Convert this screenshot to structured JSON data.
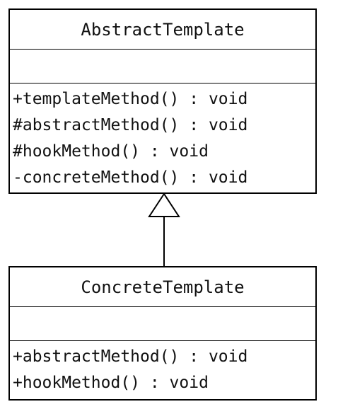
{
  "abstract_class": {
    "name": "AbstractTemplate",
    "attributes": [],
    "methods": [
      "+templateMethod() : void",
      "#abstractMethod() : void",
      "#hookMethod() : void",
      "-concreteMethod() : void"
    ]
  },
  "concrete_class": {
    "name": "ConcreteTemplate",
    "attributes": [],
    "methods": [
      "+abstractMethod() : void",
      "+hookMethod() : void"
    ]
  },
  "relationship": {
    "type": "generalization",
    "from": "ConcreteTemplate",
    "to": "AbstractTemplate"
  },
  "colors": {
    "line": "#000000",
    "background": "#ffffff"
  }
}
